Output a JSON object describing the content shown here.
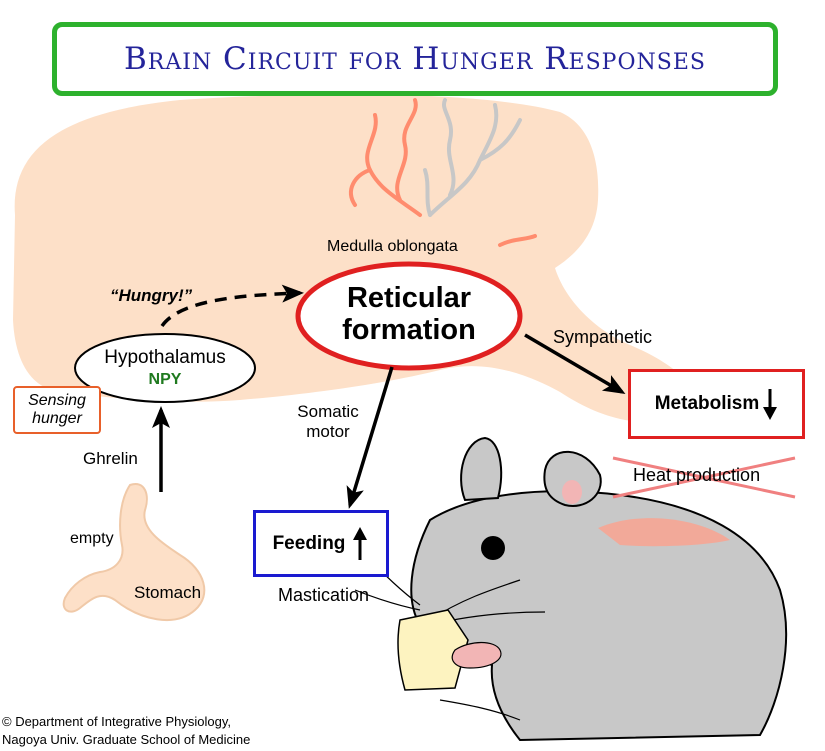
{
  "title": "Brain Circuit for Hunger Responses",
  "labels": {
    "medulla": "Medulla oblongata",
    "hungry": "“Hungry!”",
    "reticular_line1": "Reticular",
    "reticular_line2": "formation",
    "hypothalamus": "Hypothalamus",
    "npy": "NPY",
    "sensing_line1": "Sensing",
    "sensing_line2": "hunger",
    "ghrelin": "Ghrelin",
    "empty": "empty",
    "stomach": "Stomach",
    "sympathetic": "Sympathetic",
    "somatic_line1": "Somatic",
    "somatic_line2": "motor",
    "metabolism": "Metabolism",
    "feeding": "Feeding",
    "heat": "Heat production",
    "mastication": "Mastication",
    "copyright_line1": "© Department of Integrative Physiology,",
    "copyright_line2": "Nagoya Univ. Graduate School of Medicine"
  },
  "colors": {
    "title_border": "#2db12d",
    "title_text": "#24249a",
    "brain": "#fde0c8",
    "reticular_border": "#e02020",
    "metabolism_border": "#e02020",
    "feeding_border": "#1a1ad0",
    "npy_text": "#1f7a1f",
    "sensing_border": "#e8602a",
    "vessel": "#ff8c6e",
    "mouse": "#c8c8c8",
    "heat_cross": "#f08080"
  },
  "icons": {
    "metabolism_arrow": "arrow-down-icon",
    "feeding_arrow": "arrow-up-icon"
  }
}
